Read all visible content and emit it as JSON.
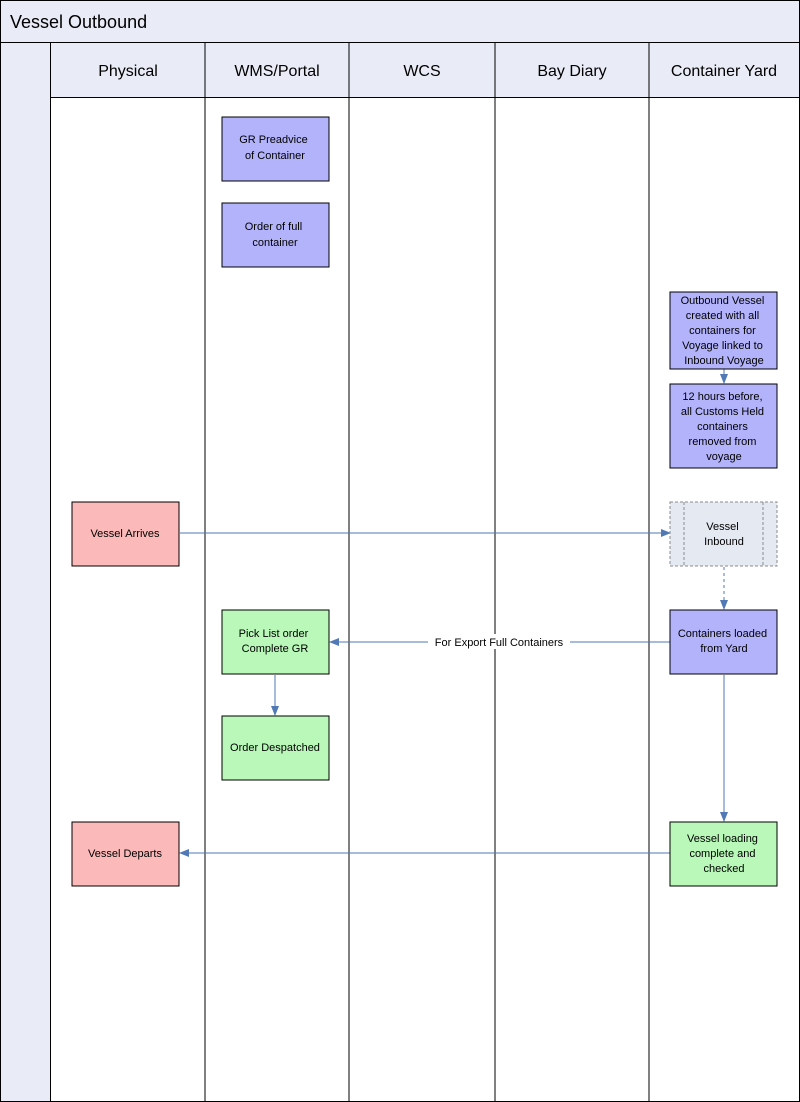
{
  "diagram": {
    "title": "Vessel Outbound",
    "lanes": [
      {
        "id": "physical",
        "label": "Physical"
      },
      {
        "id": "wms",
        "label": "WMS/Portal"
      },
      {
        "id": "wcs",
        "label": "WCS"
      },
      {
        "id": "bay",
        "label": "Bay Diary"
      },
      {
        "id": "yard",
        "label": "Container Yard"
      }
    ],
    "colors": {
      "blue_box": "#b3b3fb",
      "green_box": "#b9f8b9",
      "red_box": "#fbb9b9",
      "gray_box": "#e4e9f2",
      "arrow": "#5079b5",
      "line": "#000000",
      "header_bg": "#e9ecf7"
    },
    "nodes": [
      {
        "id": "gr-preadvice",
        "lines": [
          "GR Preadvice",
          "of Container"
        ],
        "kind": "blue_box"
      },
      {
        "id": "order-full",
        "lines": [
          "Order of full",
          "container"
        ],
        "kind": "blue_box"
      },
      {
        "id": "outbound-vessel",
        "lines": [
          "Outbound Vessel",
          "created with all",
          "containers for",
          "Voyage linked to",
          "Inbound Voyage"
        ],
        "kind": "blue_box"
      },
      {
        "id": "twelve-hours",
        "lines": [
          "12 hours before,",
          "all Customs Held",
          "containers",
          "removed from",
          "voyage"
        ],
        "kind": "blue_box"
      },
      {
        "id": "vessel-arrives",
        "lines": [
          "Vessel Arrives"
        ],
        "kind": "red_box"
      },
      {
        "id": "vessel-inbound",
        "lines": [
          "Vessel",
          "Inbound"
        ],
        "kind": "gray_box"
      },
      {
        "id": "containers-loaded",
        "lines": [
          "Containers loaded",
          "from Yard"
        ],
        "kind": "blue_box"
      },
      {
        "id": "pick-list",
        "lines": [
          "Pick List order",
          "Complete GR"
        ],
        "kind": "green_box"
      },
      {
        "id": "order-despatched",
        "lines": [
          "Order Despatched"
        ],
        "kind": "green_box"
      },
      {
        "id": "vessel-loading",
        "lines": [
          "Vessel loading",
          "complete and",
          "checked"
        ],
        "kind": "green_box"
      },
      {
        "id": "vessel-departs",
        "lines": [
          "Vessel Departs"
        ],
        "kind": "red_box"
      }
    ],
    "edges": [
      {
        "from": "outbound-vessel",
        "to": "twelve-hours",
        "label": ""
      },
      {
        "from": "vessel-arrives",
        "to": "vessel-inbound",
        "label": ""
      },
      {
        "from": "vessel-inbound",
        "to": "containers-loaded",
        "label": "",
        "dashed": true
      },
      {
        "from": "containers-loaded",
        "to": "pick-list",
        "label": "For Export Full Containers"
      },
      {
        "from": "pick-list",
        "to": "order-despatched",
        "label": ""
      },
      {
        "from": "containers-loaded",
        "to": "vessel-loading",
        "label": ""
      },
      {
        "from": "vessel-loading",
        "to": "vessel-departs",
        "label": ""
      }
    ]
  }
}
